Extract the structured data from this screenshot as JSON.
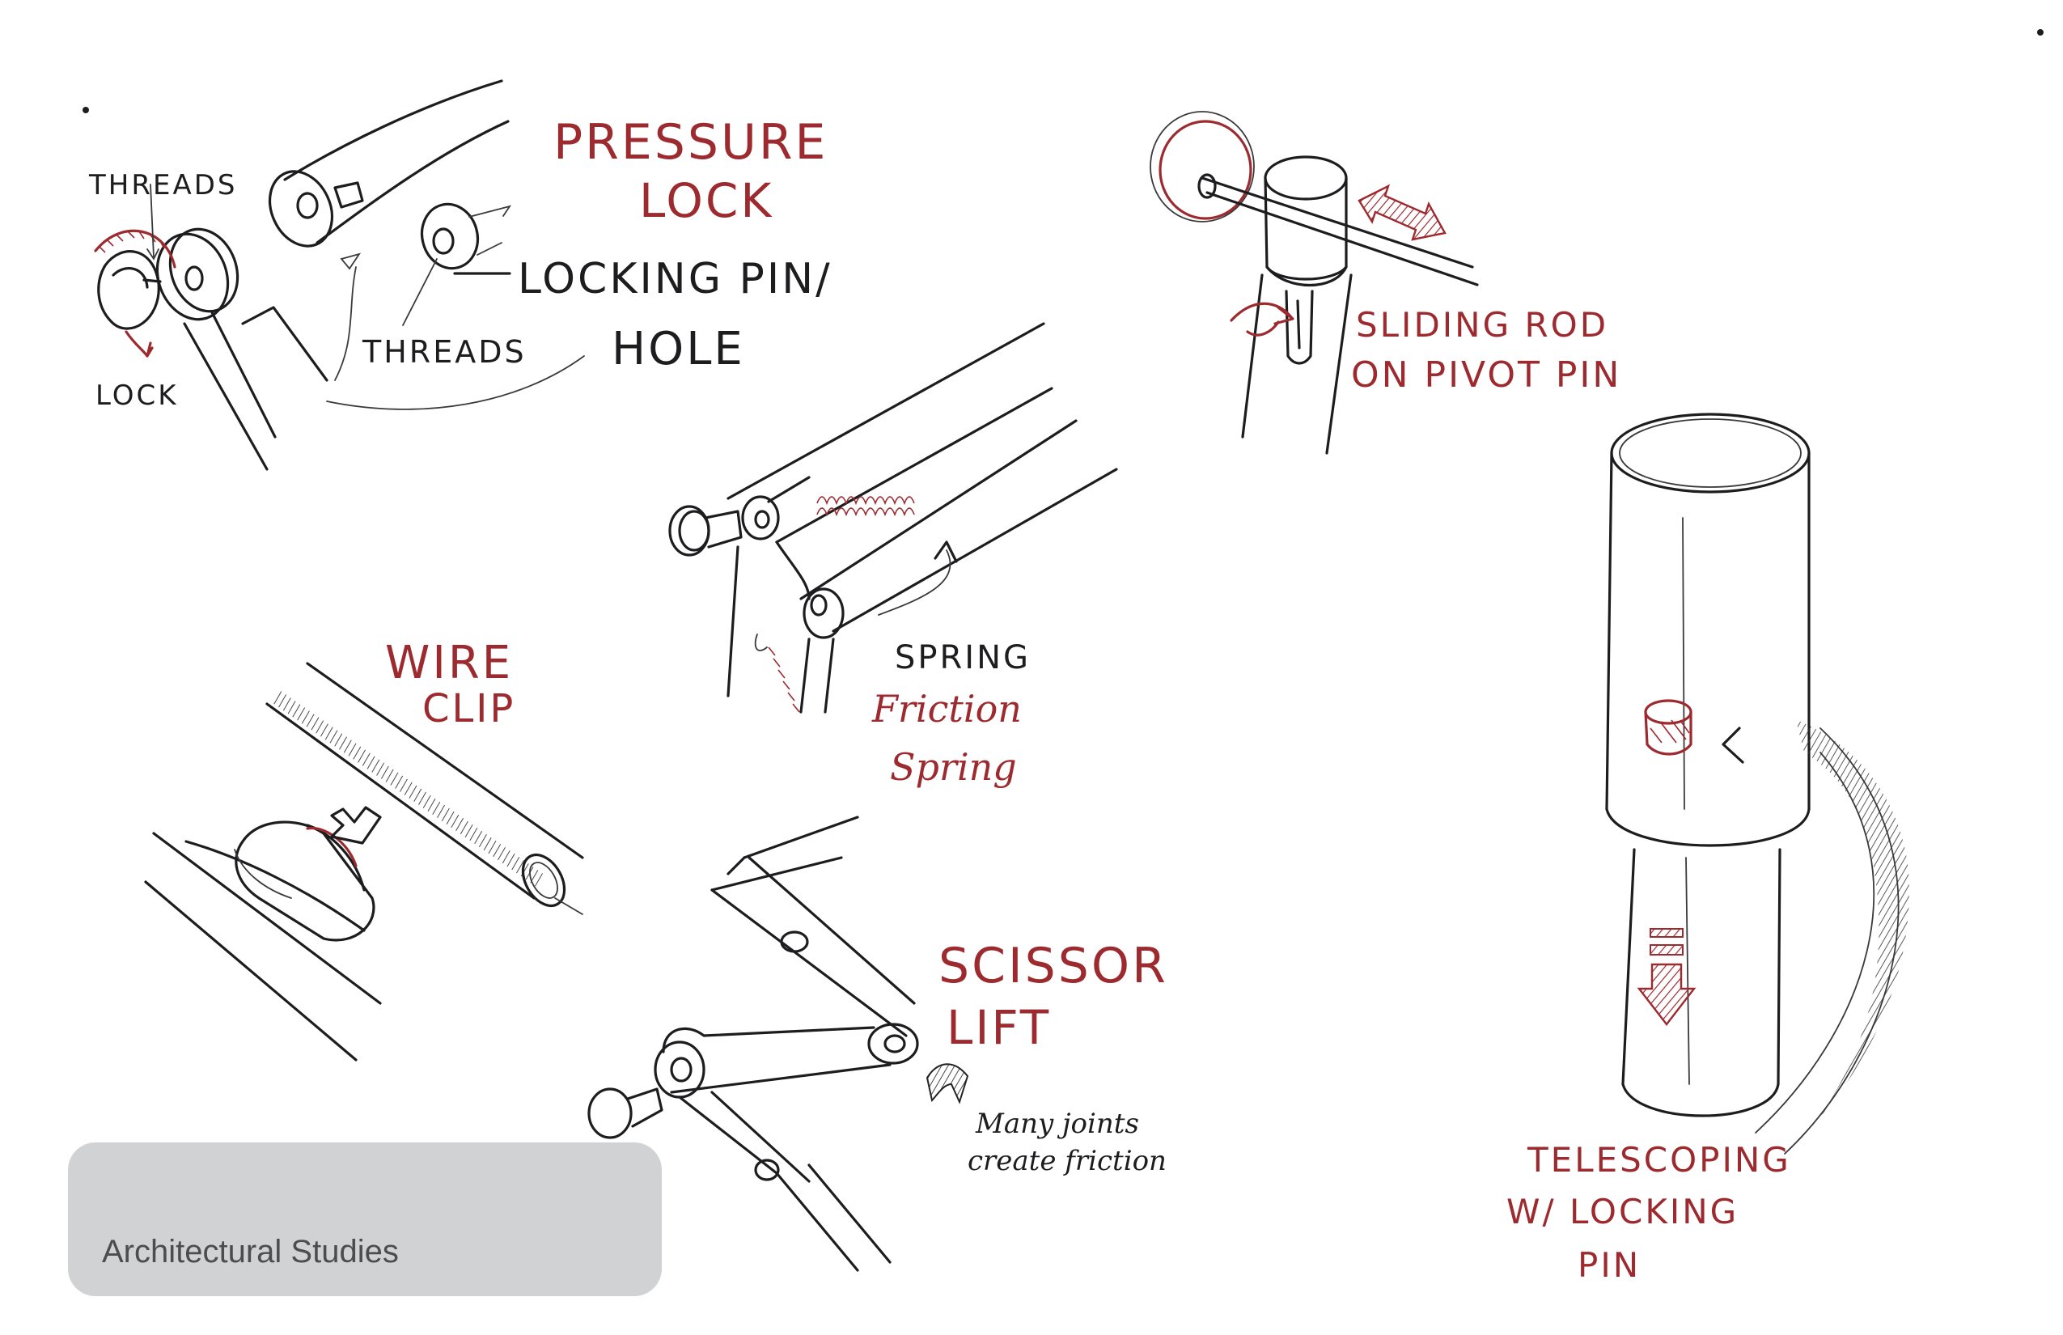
{
  "labels": {
    "threads_top": "THREADS",
    "lock": "LOCK",
    "threads_bottom": "THREADS",
    "locking_pin": "LOCKING PIN/",
    "hole": "HOLE",
    "pressure_lock_1": "PRESSURE",
    "pressure_lock_2": "LOCK",
    "sliding_rod_1": "SLIDING ROD",
    "sliding_rod_2": "ON PIVOT PIN",
    "spring": "SPRING",
    "friction_spring_1": "Friction",
    "friction_spring_2": "Spring",
    "wire_clip_1": "WIRE",
    "wire_clip_2": "CLIP",
    "scissor_lift_1": "SCISSOR",
    "scissor_lift_2": "LIFT",
    "many_joints_1": "Many joints",
    "many_joints_2": "create friction",
    "telescoping_1": "TELESCOPING",
    "telescoping_2": "W/ LOCKING",
    "telescoping_3": "PIN"
  },
  "caption": "Architectural Studies",
  "colors": {
    "ink": "#1d1d1f",
    "red_ink": "#9c2a2e",
    "caption_box": "#d1d2d4",
    "caption_text": "#4d4d50"
  }
}
